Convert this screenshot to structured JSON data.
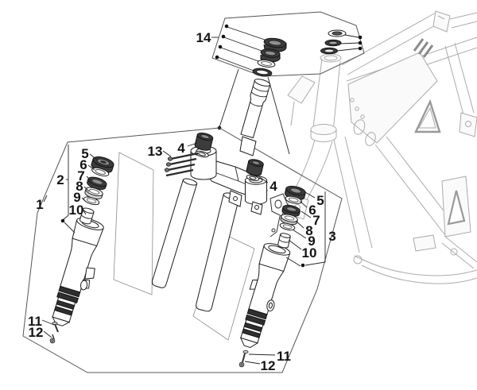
{
  "diagram": {
    "description": "exploded-parts-diagram",
    "colors": {
      "outline": "#1c1c1c",
      "frame_gray": "#ababab",
      "dark_part": "#3c3c3c",
      "background": "#ffffff"
    },
    "callouts": [
      {
        "label": "14",
        "target": "steering-bearing-kit"
      },
      {
        "label": "1",
        "target": "fork-group-outline"
      },
      {
        "label": "2",
        "target": "left-fork-parts"
      },
      {
        "label": "5",
        "target": "left-fork-cap"
      },
      {
        "label": "6",
        "target": "left-fork-washer"
      },
      {
        "label": "7",
        "target": "left-fork-seal-ring"
      },
      {
        "label": "8",
        "target": "left-fork-spacer-ring"
      },
      {
        "label": "9",
        "target": "left-fork-ring"
      },
      {
        "label": "10",
        "target": "left-fork-bushing"
      },
      {
        "label": "13",
        "target": "clamp-studs"
      },
      {
        "label": "4",
        "target": "left-tube-cap"
      },
      {
        "label": "4",
        "target": "right-tube-cap"
      },
      {
        "label": "5",
        "target": "right-fork-cap"
      },
      {
        "label": "6",
        "target": "right-fork-washer"
      },
      {
        "label": "7",
        "target": "right-fork-seal-ring"
      },
      {
        "label": "8",
        "target": "right-fork-spacer-ring"
      },
      {
        "label": "9",
        "target": "right-fork-ring"
      },
      {
        "label": "10",
        "target": "right-fork-bushing"
      },
      {
        "label": "3",
        "target": "right-fork-parts"
      },
      {
        "label": "11",
        "target": "left-fork-screw"
      },
      {
        "label": "12",
        "target": "left-fork-screw-washer"
      },
      {
        "label": "11",
        "target": "right-fork-screw"
      },
      {
        "label": "12",
        "target": "right-fork-screw-washer"
      }
    ]
  }
}
